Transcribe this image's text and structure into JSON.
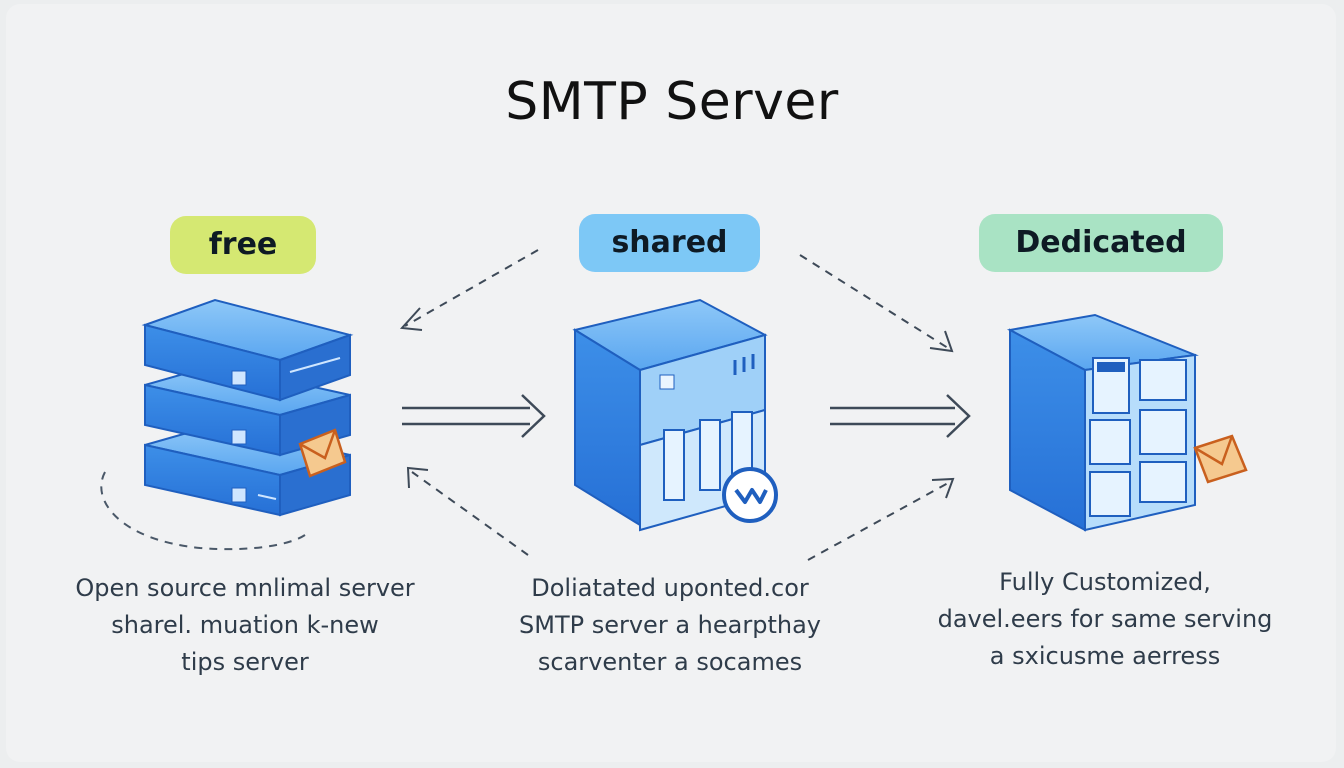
{
  "title": "SMTP Server",
  "tiers": [
    {
      "label": "free",
      "description": [
        "Open source mnlimal server",
        "sharel. muation k-new",
        "tips server"
      ],
      "color": "#d5e872"
    },
    {
      "label": "shared",
      "description": [
        "Doliatated uponted.cor",
        "SMTP server a hearpthay",
        "scarventer a socames"
      ],
      "color": "#7dc8f6"
    },
    {
      "label": "Dedicated",
      "description": [
        "Fully Customized,",
        "davel.eers for same serving",
        "a sxicusme aerress"
      ],
      "color": "#a9e3c4"
    }
  ],
  "colors": {
    "server_blue": "#2f7fe0",
    "server_light": "#6fb3f5",
    "envelope": "#f5c98f"
  }
}
